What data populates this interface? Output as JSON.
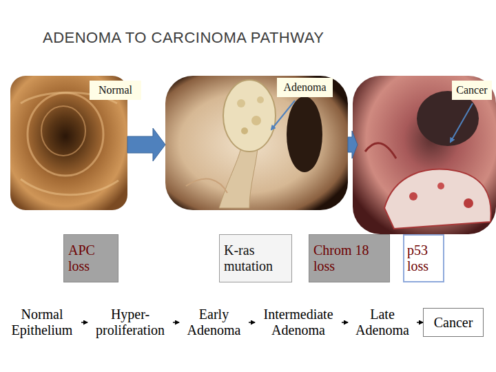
{
  "diagram": {
    "title": "ADENOMA TO CARCINOMA PATHWAY",
    "nodes": [
      {
        "text": [
          "Normal"
        ]
      },
      {
        "text": [
          "Adenoma"
        ]
      },
      {
        "text": [
          "Cancer"
        ]
      },
      {
        "text": [
          "APC loss"
        ]
      },
      {
        "text": [
          "K-ras mutation"
        ]
      },
      {
        "text": [
          "Chrom 18 loss"
        ]
      },
      {
        "text": [
          "p53 loss"
        ]
      },
      {
        "text": [
          "Normal Epithelium"
        ]
      },
      {
        "text": [
          "Hyper- proliferation"
        ]
      },
      {
        "text": [
          "Early Adenoma"
        ]
      },
      {
        "text": [
          "Intermediate Adenoma"
        ]
      },
      {
        "text": [
          "Late Adenoma"
        ]
      },
      {
        "text": [
          "Cancer"
        ]
      }
    ],
    "edges": [
      {
        "from": 7,
        "to": 8,
        "arrow": "to"
      },
      {
        "from": 8,
        "to": 9,
        "arrow": "to"
      },
      {
        "from": 9,
        "to": 10,
        "arrow": "to"
      },
      {
        "from": 10,
        "to": 11,
        "arrow": "to"
      },
      {
        "from": 11,
        "to": 12,
        "arrow": "to"
      }
    ]
  }
}
